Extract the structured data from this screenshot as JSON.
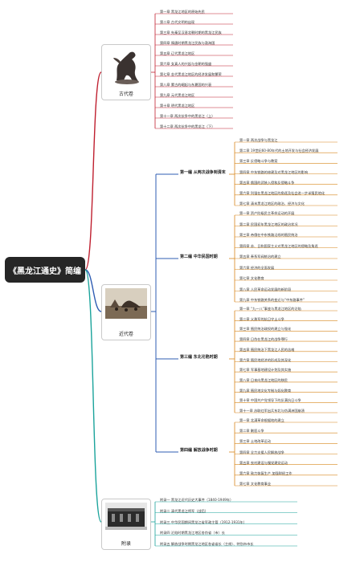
{
  "root": {
    "title": "《黑龙江通史》简编"
  },
  "branches": {
    "ancient": {
      "label": "古代卷",
      "chapters": [
        "第一章 黑龙江地区的原始先民",
        "第二章 古代文明的出现",
        "第三章 先秦至汉晋北朝时期的黑龙江民族",
        "第四章 隋唐时期黑龙江民族与渤海国",
        "第五章 辽代黑龙江地区",
        "第六章 女真人的兴起与金朝的强盛",
        "第七章 金代黑龙江地区的经济发展和繁荣",
        "第八章 蒙古的崛起与东夏国的兴衰",
        "第九章 元代黑龙江地区",
        "第十章 明代黑龙江地区",
        "第十一章 两次抗争中的黑龙江（上）",
        "第十二章 两次抗争中的黑龙江（下）"
      ]
    },
    "modern": {
      "label": "近代卷",
      "parts": [
        {
          "label": "第一编 从两次战争到清末",
          "chapters": [
            "第一章 两次战争与黑龙江",
            "第二章 19世纪60-80年代的土地开发与社会经济发展",
            "第三章 反侵略斗争与教案",
            "第四章 中东铁路的修建及对黑龙江地区的影响",
            "第五章 俄国的武装入侵和反侵略斗争",
            "第六章 列强在黑龙江地区的角逐及社会进一步半殖民地化",
            "第七章 清末黑龙江地区的政治、经济与文化"
          ]
        },
        {
          "label": "第二编 中华民国时期",
          "chapters": [
            "第一章 资产阶级民主革命运动的开展",
            "第二章 民国初年黑龙江地区的政治状况",
            "第三章 帝俄在中东铁路沿线的殖民统治",
            "第四章 苏、日和国家主义对黑龙江地区的侵略及角逐",
            "第五章 奉系军阀统治的建立",
            "第六章 经济的全面发展",
            "第七章 文化教育",
            "第八章 人民革命运动发展的新阶段",
            "第九章 中东铁路关系的变迁与“中东路事件”"
          ]
        },
        {
          "label": "第三编 东北沦陷时期",
          "chapters": [
            "第一章 “九一八”事变与黑龙江地区的沦陷",
            "第二章 义勇军的抗日守土斗争",
            "第三章 殖民统治政权的建立与强化",
            "第四章 日伪在黑龙江的战争罪行",
            "第五章 殖民统治下黑龙江人民的苦难",
            "第六章 殖民地经济的形成及其深化",
            "第七章 军事基地建设计划及其实施",
            "第八章 日本向黑龙江地区的移民",
            "第九章 殖民地文化专制与奴化教育",
            "第十章 中国共产党领导下的反满抗日斗争",
            "第十一章 苏联红军出兵东北与伪满洲国崩溃"
          ]
        },
        {
          "label": "第四编 解放战争时期",
          "chapters": [
            "第一章 北满革命根据地的建立",
            "第二章 剿匪斗争",
            "第三章 土地改革运动",
            "第四章 全力支援人民解放战争",
            "第五章 农村建设与慢党建党运动",
            "第六章 致力恢复生产 加强财经工作",
            "第七章 文化教育事业"
          ]
        }
      ]
    },
    "appendix": {
      "label": "附录",
      "items": [
        "附录一 黑龙江近代历史大事件（1840-1949年）",
        "附录二 清代黑龙江将军（战后）",
        "附录三 中华民国期间黑龙江省军政主管（1912-1931年）",
        "附录四 沦陷时期黑龙江地区各伪省（市）长",
        "附录五 解放战争时期黑龙江地区各省省长（主席）、特别市市长"
      ]
    }
  },
  "colors": {
    "ancient": "#bf1f2f",
    "modern": "#2f5db3",
    "modern_part_line": "#d7861b",
    "appendix": "#1aa39b",
    "root_bg": "#262626"
  }
}
